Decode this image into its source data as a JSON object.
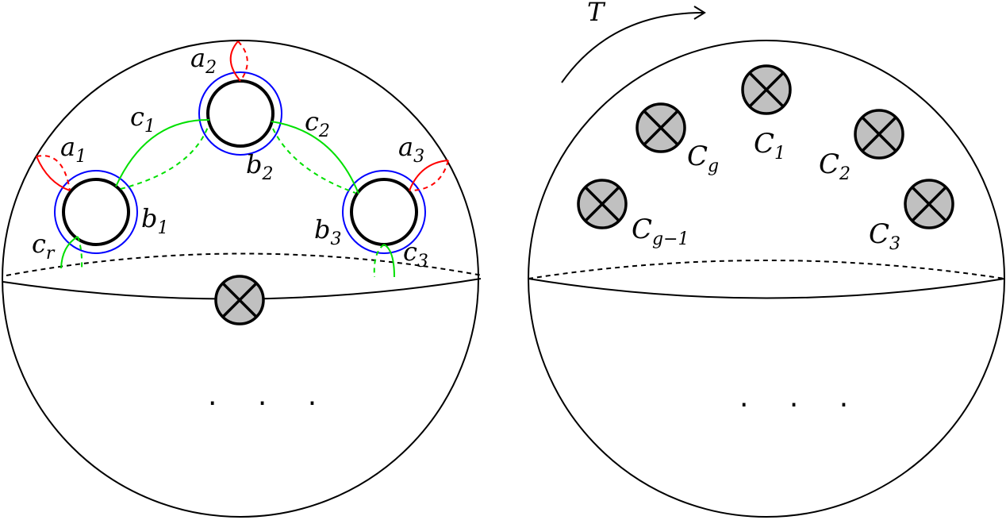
{
  "colors": {
    "outline": "#000000",
    "boundary_ring": "#0000ff",
    "a_curve": "#ff0000",
    "c_curve": "#00e000",
    "crosscap_fill": "#c0c0c0"
  },
  "left_surface": {
    "labels": {
      "a1": {
        "base": "a",
        "sub": "1"
      },
      "a2": {
        "base": "a",
        "sub": "2"
      },
      "a3": {
        "base": "a",
        "sub": "3"
      },
      "b1": {
        "base": "b",
        "sub": "1"
      },
      "b2": {
        "base": "b",
        "sub": "2"
      },
      "b3": {
        "base": "b",
        "sub": "3"
      },
      "c1": {
        "base": "c",
        "sub": "1"
      },
      "c2": {
        "base": "c",
        "sub": "2"
      },
      "c3": {
        "base": "c",
        "sub": "3"
      },
      "cr": {
        "base": "c",
        "sub": "r"
      }
    },
    "ellipsis": "· · ·"
  },
  "right_surface": {
    "arrow_label": "T",
    "crosscap_labels": {
      "C1": {
        "base": "C",
        "sub": "1"
      },
      "C2": {
        "base": "C",
        "sub": "2"
      },
      "C3": {
        "base": "C",
        "sub": "3"
      },
      "Cg": {
        "base": "C",
        "sub": "g"
      },
      "Cg1": {
        "base": "C",
        "sub": "g−1"
      }
    },
    "ellipsis": "· · ·"
  }
}
